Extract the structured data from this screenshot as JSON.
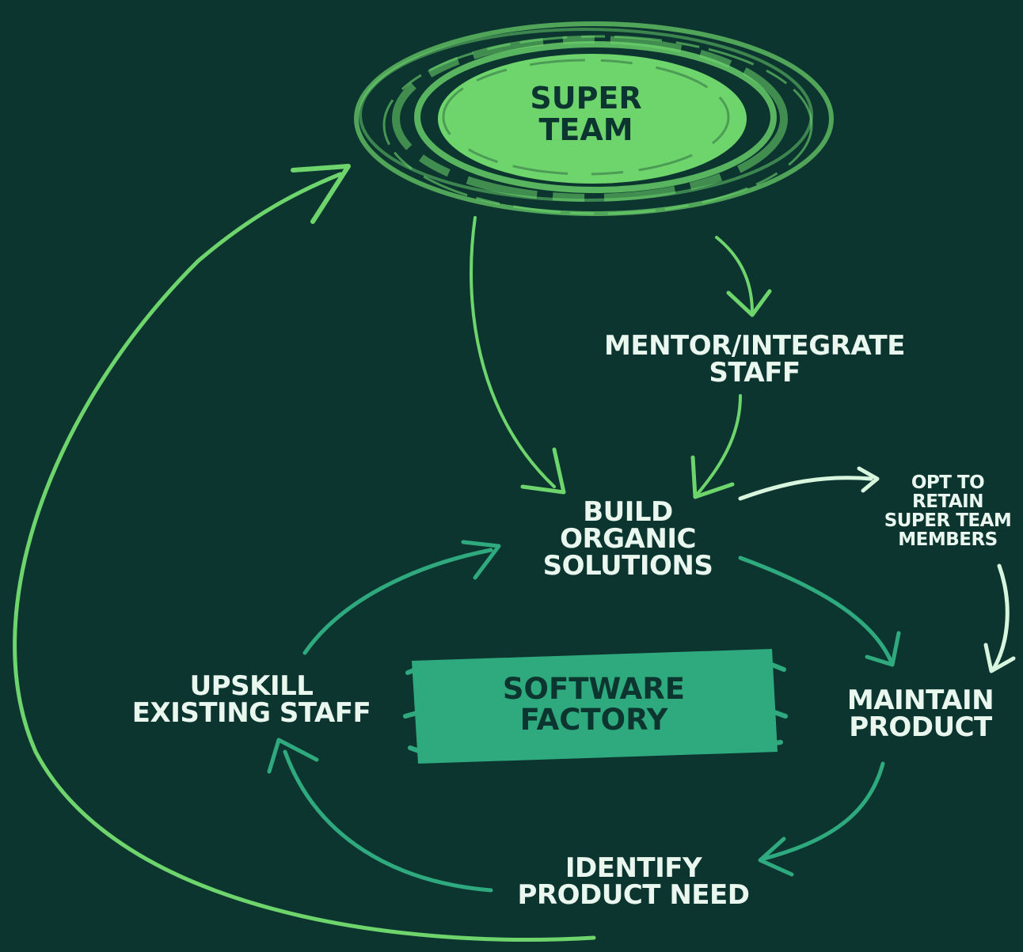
{
  "colors": {
    "background": "#0d3530",
    "bright_green": "#6dd56b",
    "teal_green": "#2eaa7e",
    "label_text": "#e9f7ef",
    "dark_text": "#0d3530"
  },
  "nodes": {
    "super_team": {
      "line1": "SUPER",
      "line2": "TEAM"
    },
    "mentor": {
      "line1": "MENTOR/INTEGRATE",
      "line2": "STAFF"
    },
    "build": {
      "line1": "BUILD",
      "line2": "ORGANIC",
      "line3": "SOLUTIONS"
    },
    "retain": {
      "line1": "OPT TO",
      "line2": "RETAIN",
      "line3": "SUPER TEAM",
      "line4": "MEMBERS"
    },
    "maintain": {
      "line1": "MAINTAIN",
      "line2": "PRODUCT"
    },
    "identify": {
      "line1": "IDENTIFY",
      "line2": "PRODUCT NEED"
    },
    "upskill": {
      "line1": "UPSKILL",
      "line2": "EXISTING STAFF"
    },
    "factory": {
      "line1": "SOFTWARE",
      "line2": "FACTORY"
    }
  }
}
